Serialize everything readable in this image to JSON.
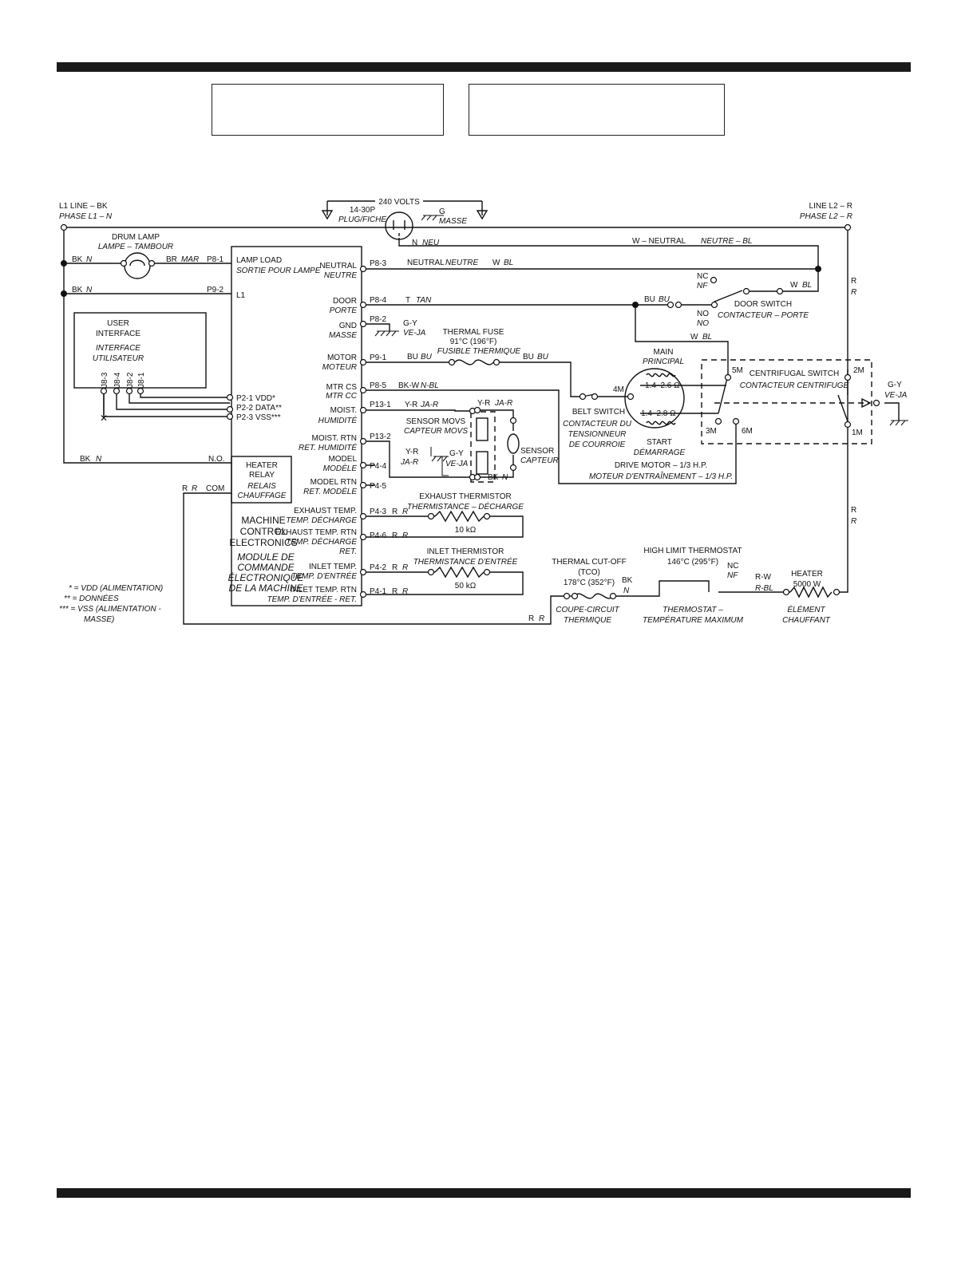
{
  "header": {
    "box_left": "",
    "box_right": ""
  },
  "power": {
    "l1_line": "L1 LINE – BK",
    "l1_phase": "PHASE L1 – N",
    "volts": "240 VOLTS",
    "plug_a": "14-30P",
    "plug_b": "PLUG/FICHE",
    "g": "G",
    "masse": "MASSE",
    "l2_line": "LINE L2 – R",
    "l2_phase": "PHASE L2 – R",
    "n": "N",
    "neu": "NEU",
    "w_neutral": "W – NEUTRAL",
    "neutre_bl": "NEUTRE – BL",
    "r1": "R",
    "r2": "R"
  },
  "lamp": {
    "title": "DRUM LAMP",
    "title_fr": "LAMPE – TAMBOUR",
    "bk": "BK",
    "n": "N",
    "br": "BR",
    "mar": "MAR",
    "p81": "P8-1",
    "bk2": "BK",
    "n2": "N",
    "p92": "P9-2"
  },
  "ui": {
    "title": "USER",
    "title2": "INTERFACE",
    "fr1": "INTERFACE",
    "fr2": "UTILISATEUR",
    "j": [
      "J8-3",
      "J8-4",
      "J8-2",
      "J8-1"
    ],
    "x": "✕",
    "p21": "P2-1 VDD*",
    "p22": "P2-2 DATA**",
    "p23": "P2-3 VSS***"
  },
  "control": {
    "lamp_load": "LAMP LOAD",
    "lamp_load_fr": "SORTIE POUR LAMPE",
    "l1": "L1",
    "neutral": "NEUTRAL",
    "neutre": "NEUTRE",
    "door": "DOOR",
    "porte": "PORTE",
    "gnd": "GND",
    "gnd_fr": "MASSE",
    "motor": "MOTOR",
    "moteur": "MOTEUR",
    "mtr_cs": "MTR CS",
    "mtr_cc": "MTR CC",
    "moist": "MOIST.",
    "humidite": "HUMIDITÉ",
    "moist_rtn": "MOIST. RTN",
    "ret_humidite": "RET. HUMIDITÉ",
    "model": "MODEL",
    "modele": "MODÈLE",
    "model_rtn": "MODEL RTN",
    "ret_modele": "RET. MODÈLE",
    "exh": "EXHAUST TEMP.",
    "exh_fr": "TEMP. DÉCHARGE",
    "exh_rtn": "EXHAUST TEMP. RTN",
    "exh_rtn_fr1": "TEMP. DÉCHARGE",
    "exh_rtn_fr2": "RET.",
    "inlet": "INLET TEMP.",
    "inlet_fr": "TEMP. D'ENTRÉE",
    "inlet_rtn": "INLET TEMP. RTN",
    "inlet_rtn_fr": "TEMP. D'ENTRÉE - RET.",
    "mce1": "MACHINE",
    "mce2": "CONTROL",
    "mce3": "ELECTRONICS",
    "mce_fr1": "MODULE DE",
    "mce_fr2": "COMMANDE",
    "mce_fr3": "ÉLECTRONIQUE",
    "mce_fr4": "DE LA MACHINE",
    "relay1": "HEATER",
    "relay2": "RELAY",
    "relay_fr1": "RELAIS",
    "relay_fr2": "CHAUFFAGE",
    "no": "N.O.",
    "com": "COM",
    "bk": "BK",
    "n": "N",
    "r": "R",
    "r_fr": "R"
  },
  "connectors": {
    "p83": "P8-3",
    "p84": "P8-4",
    "p82": "P8-2",
    "p91": "P9-1",
    "p85": "P8-5",
    "p131": "P13-1",
    "p132": "P13-2",
    "p44": "P4-4",
    "p45": "P4-5",
    "p43": "P4-3",
    "p46": "P4-6",
    "p42": "P4-2",
    "p41": "P4-1"
  },
  "wires": {
    "neutral_lbl": "NEUTRAL",
    "neutre_lbl": "NEUTRE",
    "w": "W",
    "bl": "BL",
    "t": "T",
    "tan": "TAN",
    "gy": "G-Y",
    "veja": "VE-JA",
    "bu": "BU",
    "bu_fr": "BU",
    "bu2": "BU",
    "bu2_fr": "BU",
    "bkw": "BK-W",
    "nbl": "N-BL",
    "yr": "Y-R",
    "jar": "JA-R",
    "yr2": "Y-R",
    "jar2": "JA-R",
    "yr3": "Y-R",
    "jar3": "JA-R",
    "gy2": "G-Y",
    "veja2": "VE-JA",
    "bk": "BK",
    "n": "N",
    "r43": "R",
    "r43b": "R",
    "r46": "R",
    "r46b": "R",
    "r42": "R",
    "r42b": "R",
    "r41": "R",
    "r41b": "R",
    "bu3": "BU",
    "bu3_fr": "BU",
    "w3": "W",
    "bl3": "BL",
    "w2": "W",
    "bl2": "BL",
    "r_bottom": "R",
    "r_bottom2": "R",
    "rr1": "R",
    "rr2": "R"
  },
  "components": {
    "fuse": "THERMAL FUSE",
    "fuse_temp": "91°C (196°F)",
    "fuse_fr": "FUSIBLE THERMIQUE",
    "sensor_movs": "SENSOR MOVS",
    "sensor_movs_fr": "CAPTEUR MOVS",
    "sensor": "SENSOR",
    "capteur": "CAPTEUR",
    "exh_therm": "EXHAUST THERMISTOR",
    "exh_therm_fr": "THERMISTANCE – DÉCHARGE",
    "exh_res": "10 kΩ",
    "inlet_therm": "INLET THERMISTOR",
    "inlet_therm_fr": "THERMISTANCE D'ENTRÉE",
    "inlet_res": "50 kΩ",
    "door_switch": "DOOR SWITCH",
    "door_switch_fr": "CONTACTEUR – PORTE",
    "nc": "NC",
    "nf": "NF",
    "no": "NO",
    "no_fr": "NO",
    "main": "MAIN",
    "principal": "PRINCIPAL",
    "main_res": "1.4–2.6 Ω",
    "start_res": "1.4–2.8 Ω",
    "start": "START",
    "demarrage": "DÉMARRAGE",
    "belt": "BELT SWITCH",
    "belt_fr1": "CONTACTEUR DU",
    "belt_fr2": "TENSIONNEUR",
    "belt_fr3": "DE COURROIE",
    "m4": "4M",
    "m5": "5M",
    "m3": "3M",
    "m6": "6M",
    "m2": "2M",
    "m1": "1M",
    "drive": "DRIVE MOTOR – 1/3 H.P.",
    "drive_fr": "MOTEUR D'ENTRAÎNEMENT – 1/3 H.P.",
    "centrifugal": "CENTRIFUGAL SWITCH",
    "centrifugal_fr": "CONTACTEUR CENTRIFUGE",
    "gy": "G-Y",
    "veja": "VE-JA",
    "tco1": "THERMAL CUT-OFF",
    "tco2": "(TCO)",
    "tco3": "178°C (352°F)",
    "tco_fr1": "COUPE-CIRCUIT",
    "tco_fr2": "THERMIQUE",
    "tco_bk": "BK",
    "tco_n": "N",
    "hlt": "HIGH LIMIT THERMOSTAT",
    "hlt_temp": "146°C (295°F)",
    "hlt_nc": "NC",
    "hlt_nf": "NF",
    "hlt_fr1": "THERMOSTAT –",
    "hlt_fr2": "TEMPÉRATURE MAXIMUM",
    "rw": "R-W",
    "rbl": "R-BL",
    "heater": "HEATER",
    "heater_w": "5000 W",
    "heater_fr1": "ÉLÉMENT",
    "heater_fr2": "CHAUFFANT"
  },
  "legend": {
    "l1": "* = VDD (ALIMENTATION)",
    "l2": "** = DONNÉES",
    "l3": "*** = VSS (ALIMENTATION -",
    "l4": "MASSE)"
  }
}
